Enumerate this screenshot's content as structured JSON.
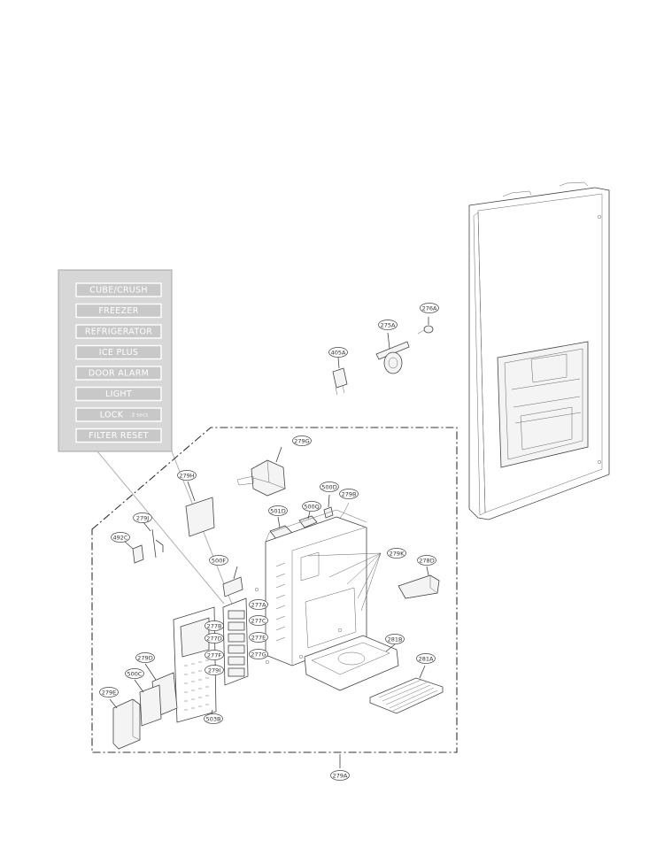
{
  "panel_buttons": [
    "CUBE/CRUSH",
    "FREEZER",
    "REFRIGERATOR",
    "ICE PLUS",
    "DOOR ALARM",
    "LIGHT",
    "LOCK",
    "FILTER RESET"
  ],
  "lock_hold_note": "3 secs",
  "part_labels": [
    {
      "id": "276A",
      "label": "276A"
    },
    {
      "id": "275A",
      "label": "275A"
    },
    {
      "id": "405A",
      "label": "405A"
    },
    {
      "id": "279G",
      "label": "279G"
    },
    {
      "id": "279H",
      "label": "279H"
    },
    {
      "id": "500D",
      "label": "500D"
    },
    {
      "id": "279B",
      "label": "279B"
    },
    {
      "id": "501D",
      "label": "501D"
    },
    {
      "id": "500Q",
      "label": "500Q"
    },
    {
      "id": "279J",
      "label": "279J"
    },
    {
      "id": "492C",
      "label": "492C"
    },
    {
      "id": "279K",
      "label": "279K"
    },
    {
      "id": "500F",
      "label": "500F"
    },
    {
      "id": "278D",
      "label": "278D"
    },
    {
      "id": "277A",
      "label": "277A"
    },
    {
      "id": "277B",
      "label": "277B"
    },
    {
      "id": "277C",
      "label": "277C"
    },
    {
      "id": "277D",
      "label": "277D"
    },
    {
      "id": "277E",
      "label": "277E"
    },
    {
      "id": "277F",
      "label": "277F"
    },
    {
      "id": "277G",
      "label": "277G"
    },
    {
      "id": "279I",
      "label": "279I"
    },
    {
      "id": "281B",
      "label": "281B"
    },
    {
      "id": "281A",
      "label": "281A"
    },
    {
      "id": "279D",
      "label": "279D"
    },
    {
      "id": "500C",
      "label": "500C"
    },
    {
      "id": "279E",
      "label": "279E"
    },
    {
      "id": "503B",
      "label": "503B"
    },
    {
      "id": "279A",
      "label": "279A"
    }
  ]
}
